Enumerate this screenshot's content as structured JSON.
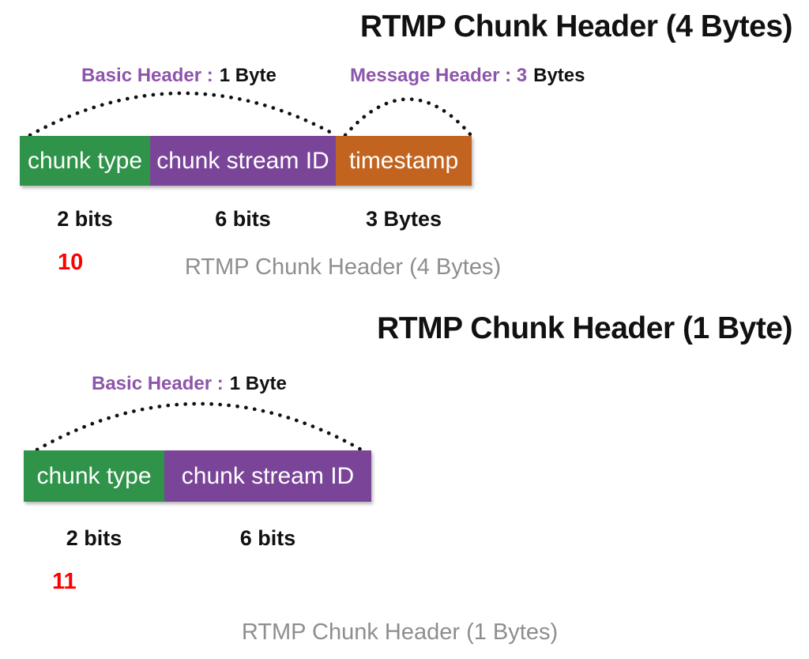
{
  "colors": {
    "chunk_type_green": "#2f9349",
    "chunk_stream_purple": "#7a4598",
    "timestamp_orange": "#c26420",
    "label_purple": "#8d55ab",
    "slide_number_red": "#fe0000",
    "caption_gray": "#8e8e8e",
    "text_black": "#111111"
  },
  "diagram_4byte": {
    "title": "RTMP Chunk Header (4 Bytes)",
    "brace_labels": [
      {
        "highlight": "Basic Header :",
        "rest": "1 Byte"
      },
      {
        "highlight": "Message Header : 3",
        "rest": "Bytes"
      }
    ],
    "fields": [
      {
        "name": "chunk type",
        "size": "2 bits"
      },
      {
        "name": "chunk stream ID",
        "size": "6 bits"
      },
      {
        "name": "timestamp",
        "size": "3 Bytes"
      }
    ],
    "slide_number": "10",
    "caption": "RTMP Chunk Header (4 Bytes)"
  },
  "diagram_1byte": {
    "title": "RTMP Chunk Header (1 Byte)",
    "brace_labels": [
      {
        "highlight": "Basic Header :",
        "rest": "1 Byte"
      }
    ],
    "fields": [
      {
        "name": "chunk type",
        "size": "2 bits"
      },
      {
        "name": "chunk stream ID",
        "size": "6 bits"
      }
    ],
    "slide_number": "11",
    "caption": "RTMP Chunk Header (1 Bytes)"
  }
}
